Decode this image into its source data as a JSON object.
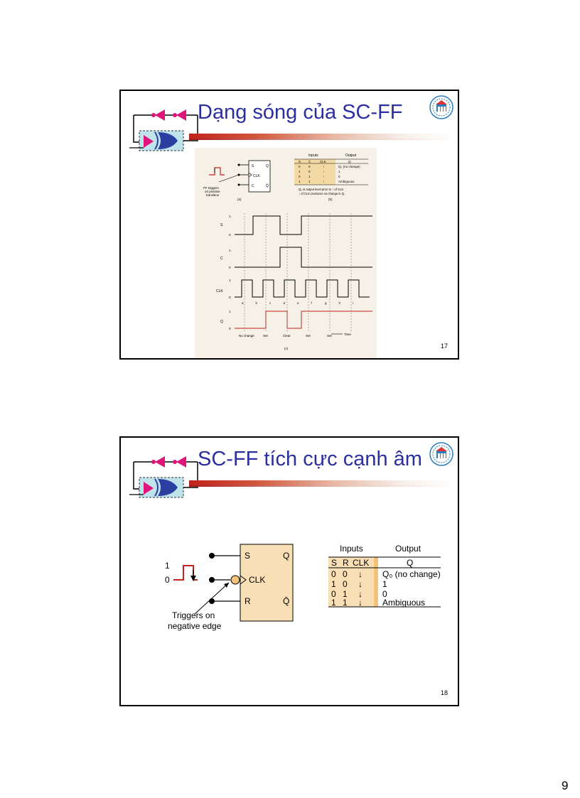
{
  "page_number": "9",
  "slides": [
    {
      "title": "Dạng sóng của SC-FF",
      "number": "17",
      "figure_a": {
        "caption": "(a)",
        "pins": [
          "S",
          "CLK",
          "C",
          "Q",
          "Q̄"
        ],
        "note": [
          "FF triggers",
          "on positive",
          "transition"
        ]
      },
      "figure_b": {
        "caption": "(b)",
        "header_inputs": "Inputs",
        "header_output": "Output",
        "columns": [
          "S",
          "C",
          "CLK",
          "Q"
        ],
        "rows": [
          [
            "0",
            "0",
            "↑",
            "Q₀ (no change)"
          ],
          [
            "1",
            "0",
            "↑",
            "1"
          ],
          [
            "0",
            "1",
            "↑",
            "0"
          ],
          [
            "1",
            "1",
            "↑",
            "Ambiguous"
          ]
        ],
        "note": [
          "Q₀ is output level prior to ↑ of CLK.",
          "↓ of CLK produces no change in Q."
        ]
      },
      "figure_c": {
        "caption": "(c)",
        "signals": [
          "S",
          "C",
          "CLK",
          "Q"
        ],
        "clk_marks": [
          "a",
          "b",
          "c",
          "d",
          "e",
          "f",
          "g",
          "h",
          "i"
        ],
        "events": [
          "No change",
          "Set",
          "Clear",
          "Set",
          "Set"
        ],
        "time_label": "Time"
      }
    },
    {
      "title": "SC-FF tích cực cạnh âm",
      "number": "18",
      "ff": {
        "pins": [
          "S",
          "CLK",
          "R",
          "Q",
          "Q̄"
        ],
        "input_levels": [
          "1",
          "0"
        ],
        "note": [
          "Triggers on",
          "negative edge"
        ]
      },
      "table": {
        "header_inputs": "Inputs",
        "header_output": "Output",
        "columns": [
          "S",
          "R",
          "CLK",
          "Q"
        ],
        "rows": [
          [
            "0",
            "0",
            "↓",
            "Q₀ (no change)"
          ],
          [
            "1",
            "0",
            "↓",
            "1"
          ],
          [
            "0",
            "1",
            "↓",
            "0"
          ],
          [
            "1",
            "1",
            "↓",
            "Ambiguous"
          ]
        ]
      }
    }
  ],
  "colors": {
    "title": "#2b2fa0",
    "accent": "#c0231d",
    "gate": "#e0157c",
    "table_bar": "#f3c27a"
  }
}
